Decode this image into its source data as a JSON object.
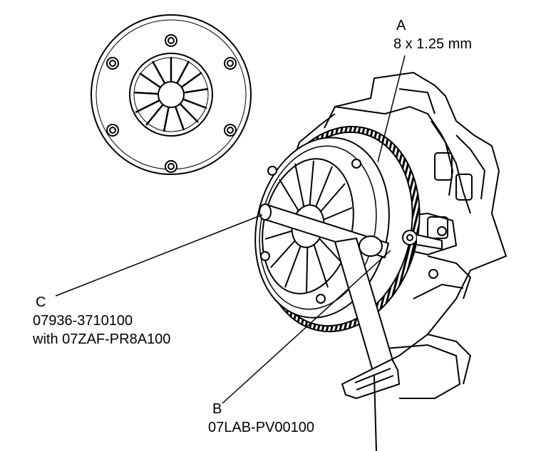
{
  "callouts": {
    "a": {
      "letter": "A",
      "spec": "8 x 1.25 mm"
    },
    "b": {
      "letter": "B",
      "part": "07LAB-PV00100"
    },
    "c": {
      "letter": "C",
      "part": "07936-3710100",
      "with": "with 07ZAF-PR8A100"
    }
  },
  "colors": {
    "ink": "#000000",
    "paper": "#ffffff"
  }
}
